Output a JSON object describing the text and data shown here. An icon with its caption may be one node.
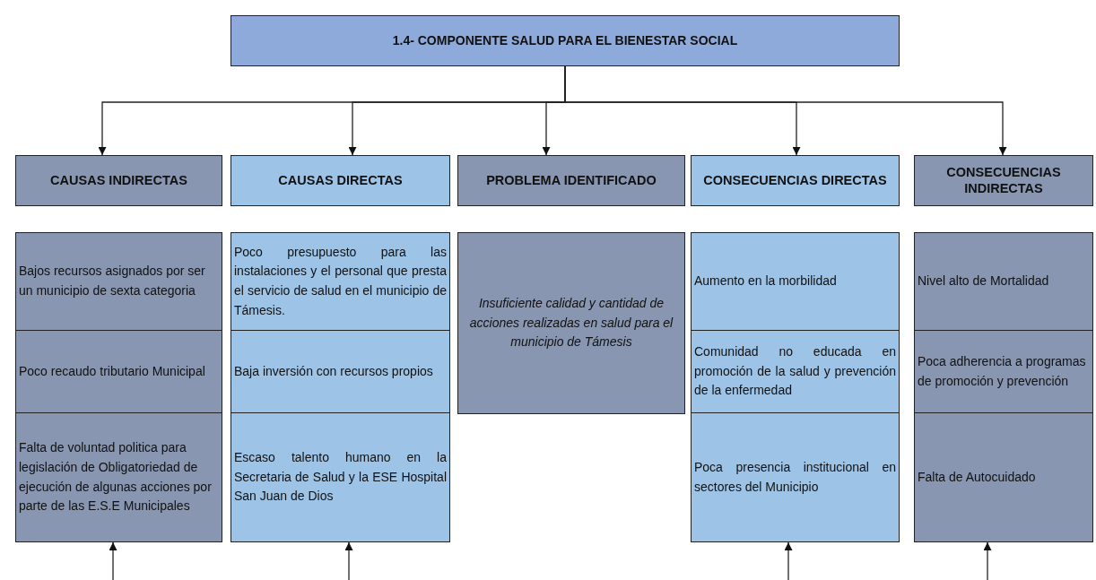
{
  "diagram": {
    "nodes": [
      {
        "text": [
          "1.4- COMPONENTE SALUD PARA EL BIENESTAR SOCIAL"
        ]
      },
      {
        "text": [
          "CAUSAS INDIRECTAS"
        ]
      },
      {
        "text": [
          "CAUSAS DIRECTAS"
        ]
      },
      {
        "text": [
          "PROBLEMA IDENTIFICADO"
        ]
      },
      {
        "text": [
          "CONSECUENCIAS DIRECTAS"
        ]
      },
      {
        "text": [
          "CONSECUENCIAS INDIRECTAS"
        ]
      },
      {
        "text": [
          "Bajos recursos asignados por ser un municipio de sexta categoria"
        ]
      },
      {
        "text": [
          "Poco recaudo tributario Municipal"
        ]
      },
      {
        "text": [
          "Falta de voluntad politica para legislación de Obligatoriedad de ejecución de algunas acciones por parte de las E.S.E Municipales"
        ]
      },
      {
        "text": [
          "Poco presupuesto para las instalaciones y el personal que presta el servicio de salud en el municipio de Támesis."
        ]
      },
      {
        "text": [
          "Baja inversión con recursos propios"
        ]
      },
      {
        "text": [
          "Escaso talento humano en la Secretaria de Salud y la ESE Hospital San Juan de Dios"
        ]
      },
      {
        "text": [
          "Insuficiente calidad y cantidad de acciones realizadas en salud para el municipio de Támesis"
        ]
      },
      {
        "text": [
          "Aumento en la morbilidad"
        ]
      },
      {
        "text": [
          "Comunidad no educada en promoción de la salud y prevención de la enfermedad"
        ]
      },
      {
        "text": [
          "Poca presencia institucional en sectores del Municipio"
        ]
      },
      {
        "text": [
          "Nivel alto de Mortalidad"
        ]
      },
      {
        "text": [
          "Poca adherencia a programas de promoción y prevención"
        ]
      },
      {
        "text": [
          "Falta de Autocuidado"
        ]
      }
    ],
    "edges": [
      {
        "from": 0,
        "to": 1,
        "arrow": "to"
      },
      {
        "from": 0,
        "to": 2,
        "arrow": "to"
      },
      {
        "from": 0,
        "to": 3,
        "arrow": "to"
      },
      {
        "from": 0,
        "to": 4,
        "arrow": "to"
      },
      {
        "from": 0,
        "to": 5,
        "arrow": "to"
      },
      {
        "from": null,
        "to": 8,
        "arrow": "to"
      },
      {
        "from": null,
        "to": 11,
        "arrow": "to"
      },
      {
        "from": null,
        "to": 15,
        "arrow": "to"
      },
      {
        "from": null,
        "to": 18,
        "arrow": "to"
      }
    ]
  }
}
